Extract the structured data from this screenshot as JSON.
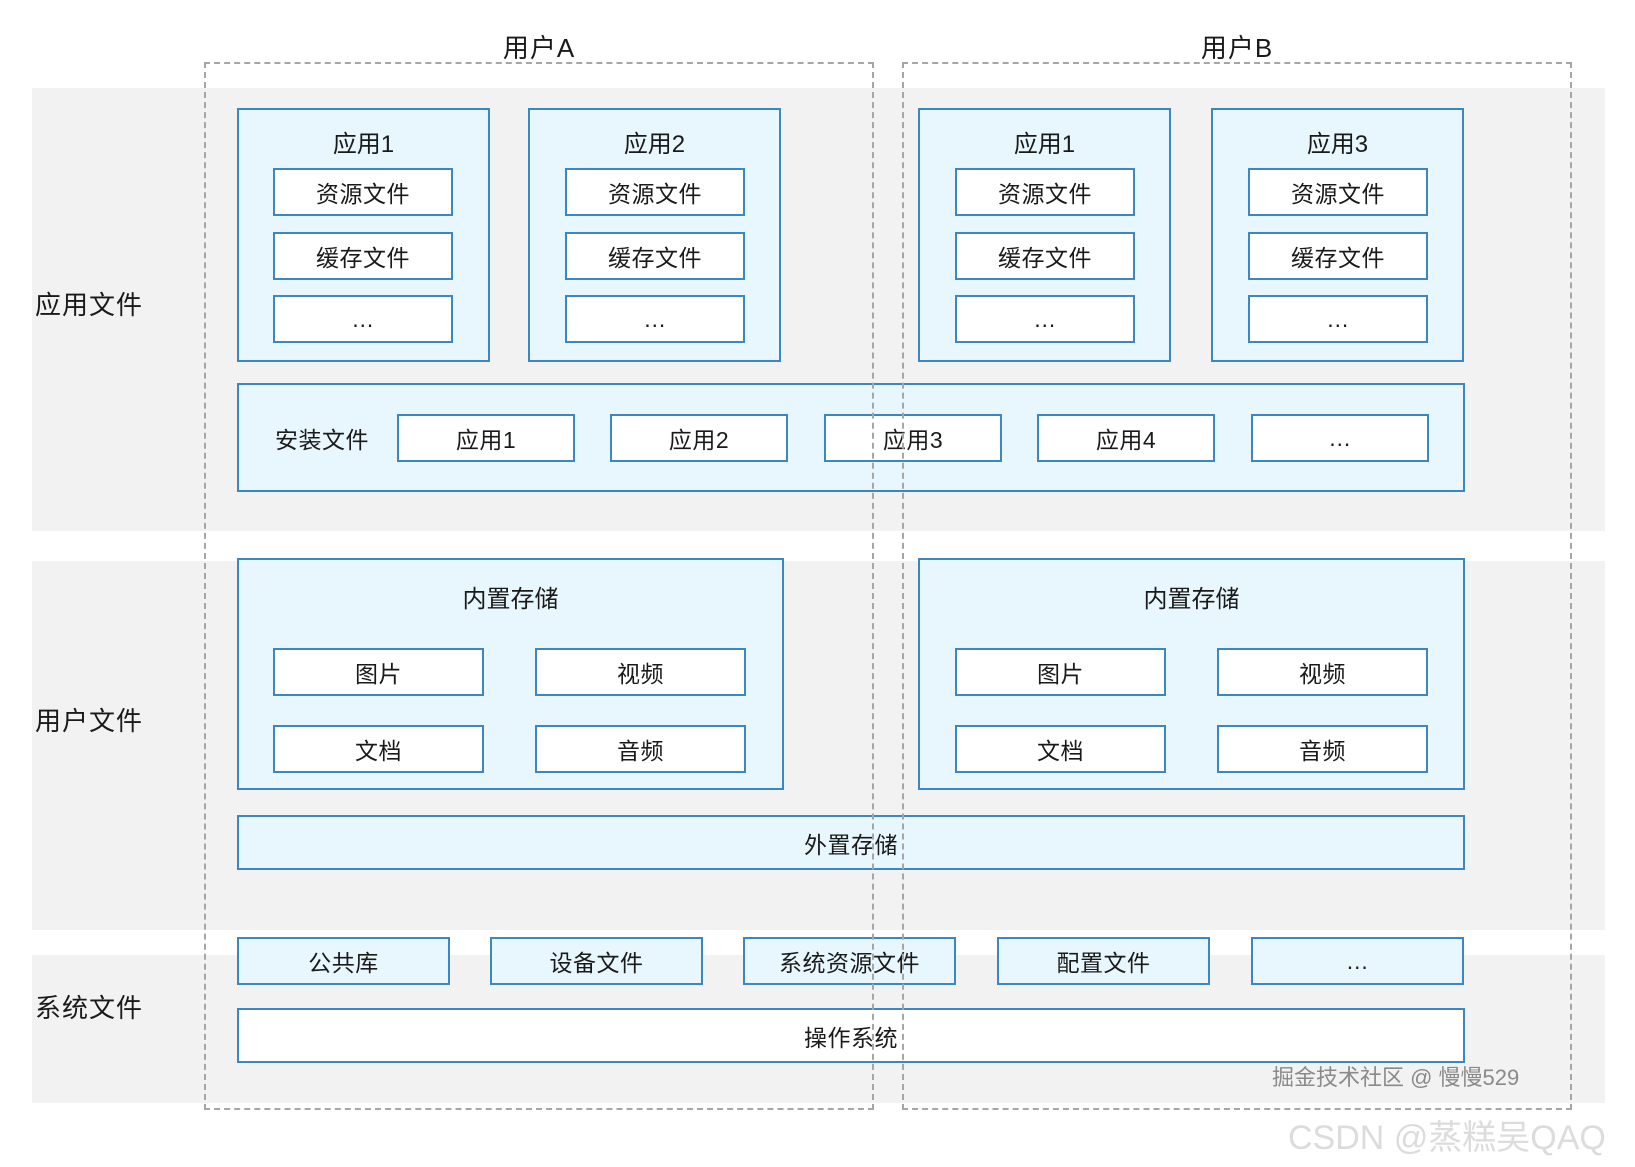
{
  "bands": [
    {
      "id": "app",
      "label": "应用文件"
    },
    {
      "id": "user",
      "label": "用户文件"
    },
    {
      "id": "sys",
      "label": "系统文件"
    }
  ],
  "users": [
    {
      "id": "a",
      "title": "用户A"
    },
    {
      "id": "b",
      "title": "用户B"
    }
  ],
  "app_files": {
    "apps": [
      {
        "name": "应用1",
        "owner": "用户A",
        "items": [
          "资源文件",
          "缓存文件",
          "…"
        ]
      },
      {
        "name": "应用2",
        "owner": "用户A",
        "items": [
          "资源文件",
          "缓存文件",
          "…"
        ]
      },
      {
        "name": "应用1",
        "owner": "用户B",
        "items": [
          "资源文件",
          "缓存文件",
          "…"
        ]
      },
      {
        "name": "应用3",
        "owner": "用户B",
        "items": [
          "资源文件",
          "缓存文件",
          "…"
        ]
      }
    ],
    "install_row": {
      "label": "安装文件",
      "items": [
        "应用1",
        "应用2",
        "应用3",
        "应用4",
        "…"
      ]
    }
  },
  "user_files": {
    "internal_storage": [
      {
        "title": "内置存储",
        "owner": "用户A",
        "items": [
          "图片",
          "视频",
          "文档",
          "音频"
        ]
      },
      {
        "title": "内置存储",
        "owner": "用户B",
        "items": [
          "图片",
          "视频",
          "文档",
          "音频"
        ]
      }
    ],
    "external_storage": {
      "title": "外置存储"
    }
  },
  "system_files": {
    "items": [
      "公共库",
      "设备文件",
      "系统资源文件",
      "配置文件",
      "…"
    ],
    "os": "操作系统"
  },
  "watermarks": {
    "juejin": "掘金技术社区 @ 慢慢529",
    "csdn": "CSDN @蒸糕吴QAQ"
  },
  "colors": {
    "box_border": "#3b87c4",
    "box_fill": "#e8f6fd",
    "band_fill": "#f2f2f2",
    "dashed": "#a6a6a6",
    "page_bg": "#ffffff"
  }
}
